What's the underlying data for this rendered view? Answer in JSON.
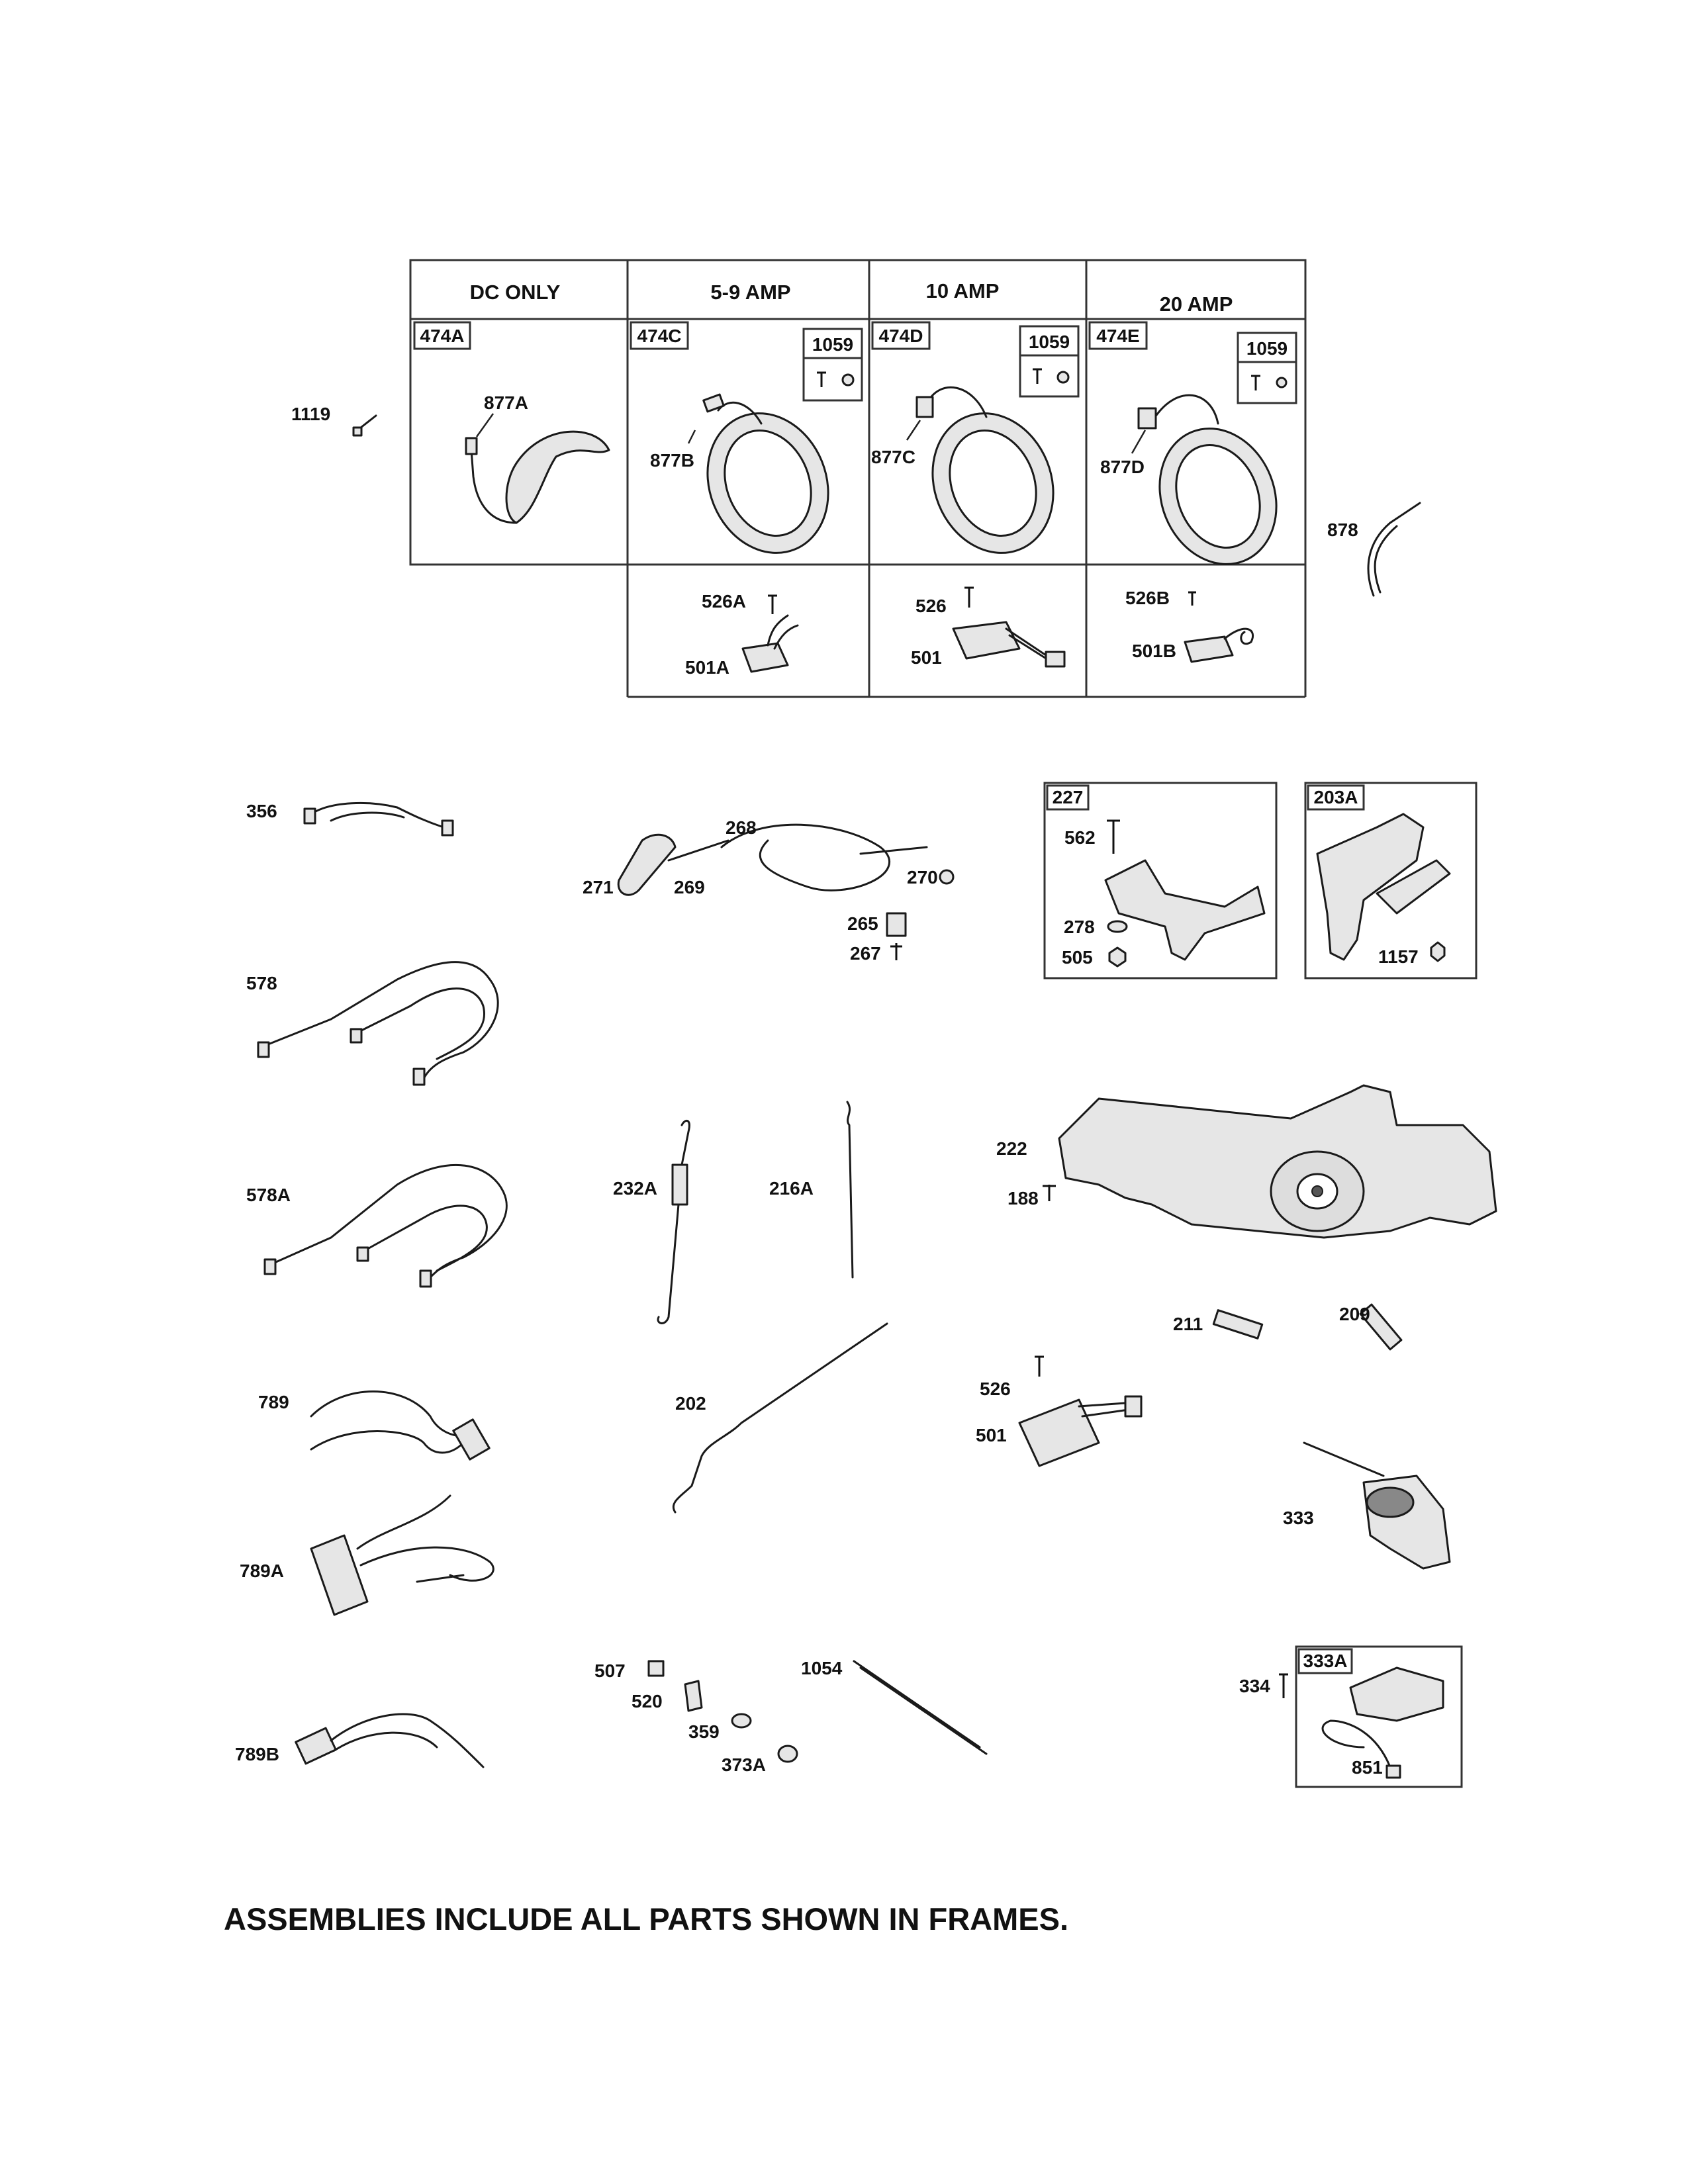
{
  "table": {
    "headers": [
      "DC ONLY",
      "5-9 AMP",
      "10 AMP",
      "20 AMP"
    ],
    "frames": [
      "474A",
      "474C",
      "474D",
      "474E"
    ],
    "sub_frames": [
      "1059",
      "1059",
      "1059"
    ]
  },
  "callouts": {
    "c1119": "1119",
    "c877A": "877A",
    "c877B": "877B",
    "c877C": "877C",
    "c877D": "877D",
    "c878": "878",
    "c526A": "526A",
    "c501A": "501A",
    "c526": "526",
    "c501": "501",
    "c526B": "526B",
    "c501B": "501B",
    "c356": "356",
    "c268": "268",
    "c271": "271",
    "c269": "269",
    "c270": "270",
    "c265": "265",
    "c267": "267",
    "f227": "227",
    "c562": "562",
    "c278": "278",
    "c505": "505",
    "f203A": "203A",
    "c1157": "1157",
    "c578": "578",
    "c578A": "578A",
    "c232A": "232A",
    "c216A": "216A",
    "c222": "222",
    "c188": "188",
    "c211": "211",
    "c209": "209",
    "c789": "789",
    "c202": "202",
    "c526b": "526",
    "c501b": "501",
    "c333": "333",
    "c789A": "789A",
    "c789B": "789B",
    "c507": "507",
    "c520": "520",
    "c359": "359",
    "c373A": "373A",
    "c1054": "1054",
    "c334": "334",
    "f333A": "333A",
    "c851": "851"
  },
  "footer": "ASSEMBLIES INCLUDE ALL PARTS SHOWN IN FRAMES."
}
